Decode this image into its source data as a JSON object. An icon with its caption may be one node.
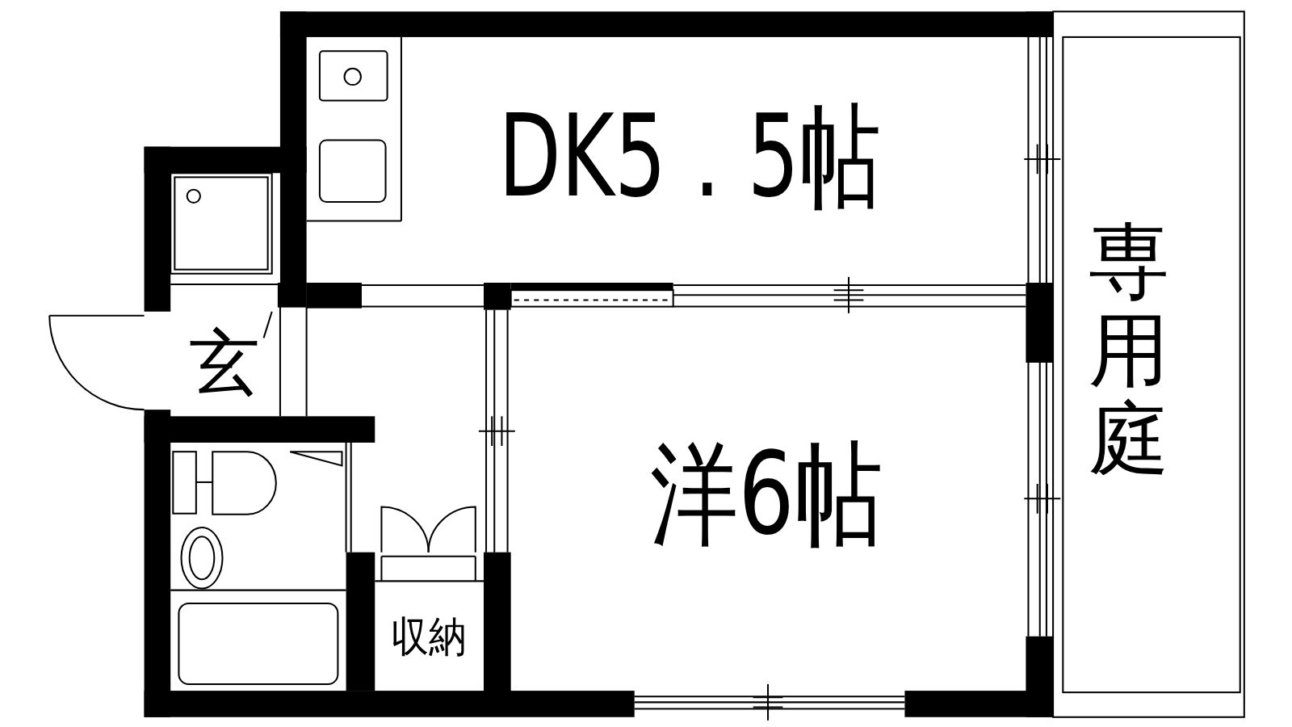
{
  "diagram": {
    "nodes": [
      {
        "text": [
          "DK5．5帖"
        ]
      },
      {
        "text": [
          "専用庭"
        ]
      },
      {
        "text": [
          "玄"
        ]
      },
      {
        "text": [
          "洋6帖"
        ]
      },
      {
        "text": [
          "収納"
        ]
      }
    ]
  }
}
